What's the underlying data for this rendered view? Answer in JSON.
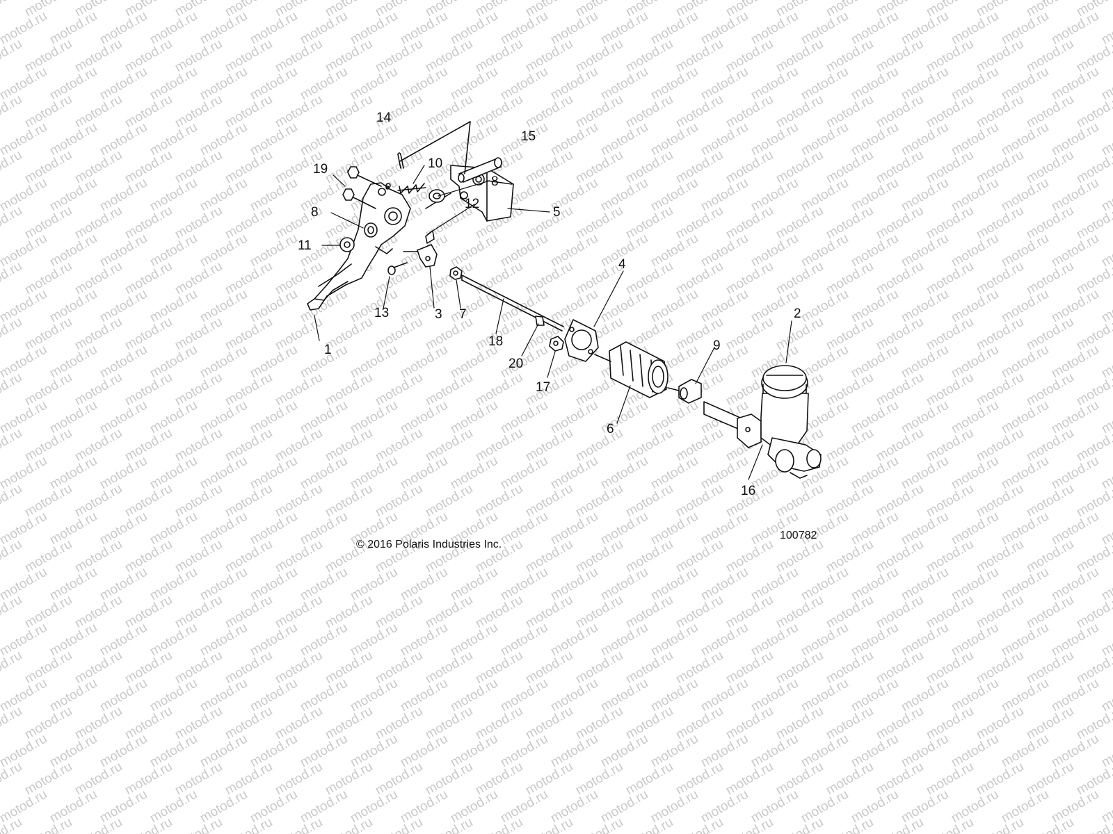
{
  "watermark": {
    "text": "motod.ru"
  },
  "callouts": {
    "c1": "1",
    "c2": "2",
    "c3": "3",
    "c4": "4",
    "c5": "5",
    "c6": "6",
    "c7": "7",
    "c8a": "8",
    "c8b": "8",
    "c9": "9",
    "c10": "10",
    "c11": "11",
    "c12": "12",
    "c13": "13",
    "c14": "14",
    "c15": "15",
    "c16": "16",
    "c17": "17",
    "c18": "18",
    "c19": "19",
    "c20": "20"
  },
  "footer": {
    "copyright": "© 2016 Polaris Industries Inc.",
    "figure_code": "100782"
  }
}
